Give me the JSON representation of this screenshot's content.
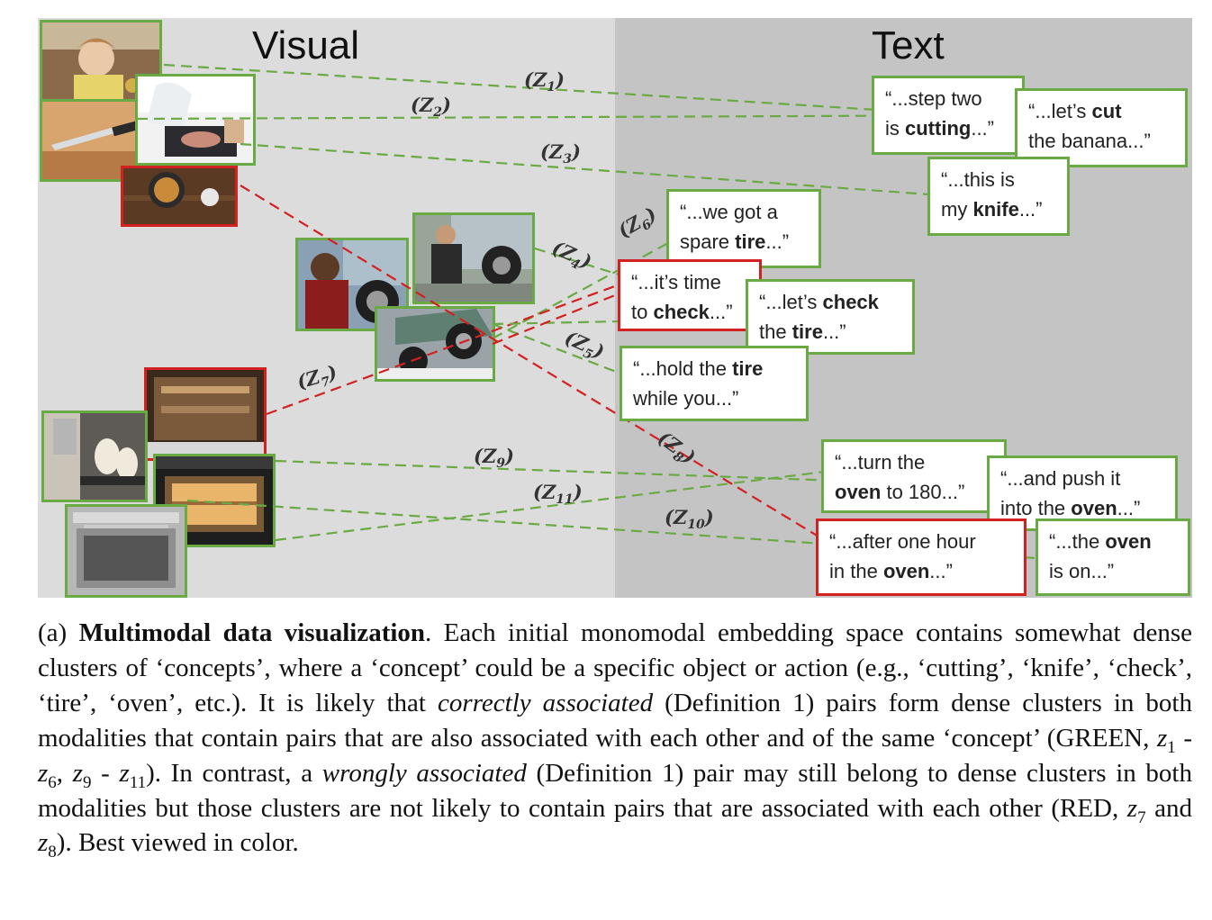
{
  "figure": {
    "visual_title": "Visual",
    "text_title": "Text",
    "colors": {
      "green": "#6aaa44",
      "red": "#d32020",
      "visual_bg": "#dcdcdc",
      "text_bg": "#c4c4c4"
    },
    "text_boxes": [
      {
        "id": "step-two",
        "color": "green",
        "lines": [
          [
            {
              "t": "“...step two"
            }
          ],
          [
            {
              "t": "is "
            },
            {
              "t": "cutting",
              "b": true
            },
            {
              "t": "...”"
            }
          ]
        ]
      },
      {
        "id": "lets-cut",
        "color": "green",
        "lines": [
          [
            {
              "t": "“...let’s "
            },
            {
              "t": "cut",
              "b": true
            }
          ],
          [
            {
              "t": "the banana...”"
            }
          ]
        ]
      },
      {
        "id": "my-knife",
        "color": "green",
        "lines": [
          [
            {
              "t": "“...this is"
            }
          ],
          [
            {
              "t": "my "
            },
            {
              "t": "knife",
              "b": true
            },
            {
              "t": "...”"
            }
          ]
        ]
      },
      {
        "id": "spare-tire",
        "color": "green",
        "lines": [
          [
            {
              "t": "“...we got a"
            }
          ],
          [
            {
              "t": "spare "
            },
            {
              "t": "tire",
              "b": true
            },
            {
              "t": "...”"
            }
          ]
        ]
      },
      {
        "id": "time-to-check",
        "color": "red",
        "lines": [
          [
            {
              "t": "“...it’s time"
            }
          ],
          [
            {
              "t": "to "
            },
            {
              "t": "check",
              "b": true
            },
            {
              "t": "...”"
            }
          ]
        ]
      },
      {
        "id": "check-tire",
        "color": "green",
        "lines": [
          [
            {
              "t": "“...let’s "
            },
            {
              "t": "check",
              "b": true
            }
          ],
          [
            {
              "t": "the "
            },
            {
              "t": "tire",
              "b": true
            },
            {
              "t": "...”"
            }
          ]
        ]
      },
      {
        "id": "hold-tire",
        "color": "green",
        "lines": [
          [
            {
              "t": "“...hold the "
            },
            {
              "t": "tire",
              "b": true
            }
          ],
          [
            {
              "t": "while you...”"
            }
          ]
        ]
      },
      {
        "id": "turn-oven",
        "color": "green",
        "lines": [
          [
            {
              "t": "“...turn the"
            }
          ],
          [
            {
              "t": "oven",
              "b": true
            },
            {
              "t": " to 180...”"
            }
          ]
        ]
      },
      {
        "id": "push-oven",
        "color": "green",
        "lines": [
          [
            {
              "t": "“...and push it"
            }
          ],
          [
            {
              "t": "into the "
            },
            {
              "t": "oven",
              "b": true
            },
            {
              "t": "...”"
            }
          ]
        ]
      },
      {
        "id": "one-hour",
        "color": "red",
        "lines": [
          [
            {
              "t": "“...after one hour"
            }
          ],
          [
            {
              "t": "in the "
            },
            {
              "t": "oven",
              "b": true
            },
            {
              "t": "...”"
            }
          ]
        ]
      },
      {
        "id": "oven-on",
        "color": "green",
        "lines": [
          [
            {
              "t": "“...the "
            },
            {
              "t": "oven",
              "b": true
            }
          ],
          [
            {
              "t": "is on...”"
            }
          ]
        ]
      }
    ],
    "z_labels": [
      {
        "id": "z1",
        "base": "(Z",
        "sub": "1",
        "close": ")"
      },
      {
        "id": "z2",
        "base": "(Z",
        "sub": "2",
        "close": ")"
      },
      {
        "id": "z3",
        "base": "(Z",
        "sub": "3",
        "close": ")"
      },
      {
        "id": "z4",
        "base": "(Z",
        "sub": "4",
        "close": ")"
      },
      {
        "id": "z5",
        "base": "(Z",
        "sub": "5",
        "close": ")"
      },
      {
        "id": "z6",
        "base": "(Z",
        "sub": "6",
        "close": ")"
      },
      {
        "id": "z7",
        "base": "(Z",
        "sub": "7",
        "close": ")"
      },
      {
        "id": "z8",
        "base": "(Z",
        "sub": "8",
        "close": ")"
      },
      {
        "id": "z9",
        "base": "(Z",
        "sub": "9",
        "close": ")"
      },
      {
        "id": "z10",
        "base": "(Z",
        "sub": "10",
        "close": ")"
      },
      {
        "id": "z11",
        "base": "(Z",
        "sub": "11",
        "close": ")"
      }
    ]
  },
  "caption": [
    {
      "t": "(a) "
    },
    {
      "t": "Multimodal data visualization",
      "b": true
    },
    {
      "t": ". Each initial monomodal embedding space contains somewhat dense clusters of ‘concepts’, where a ‘concept’ could be a specific object or action (e.g., ‘cutting’, ‘knife’, ‘check’, ‘tire’, ‘oven’, etc.). It is likely that "
    },
    {
      "t": "correctly associated",
      "i": true
    },
    {
      "t": " (Definition 1) pairs form dense clusters in both modalities that contain pairs that are also associated with each other and of the same ‘concept’ (GREEN, "
    },
    {
      "t": "z",
      "i": true
    },
    {
      "t": "1",
      "sub": true
    },
    {
      "t": " - "
    },
    {
      "t": "z",
      "i": true
    },
    {
      "t": "6",
      "sub": true
    },
    {
      "t": ", "
    },
    {
      "t": "z",
      "i": true
    },
    {
      "t": "9",
      "sub": true
    },
    {
      "t": " - "
    },
    {
      "t": "z",
      "i": true
    },
    {
      "t": "11",
      "sub": true
    },
    {
      "t": "). In contrast, a "
    },
    {
      "t": "wrongly associated",
      "i": true
    },
    {
      "t": " (Definition 1) pair may still belong to dense clusters in both modalities but those clusters are not likely to contain pairs that are associated with each other (RED, "
    },
    {
      "t": "z",
      "i": true
    },
    {
      "t": "7",
      "sub": true
    },
    {
      "t": " and "
    },
    {
      "t": "z",
      "i": true
    },
    {
      "t": "8",
      "sub": true
    },
    {
      "t": "). Best viewed in color."
    }
  ]
}
